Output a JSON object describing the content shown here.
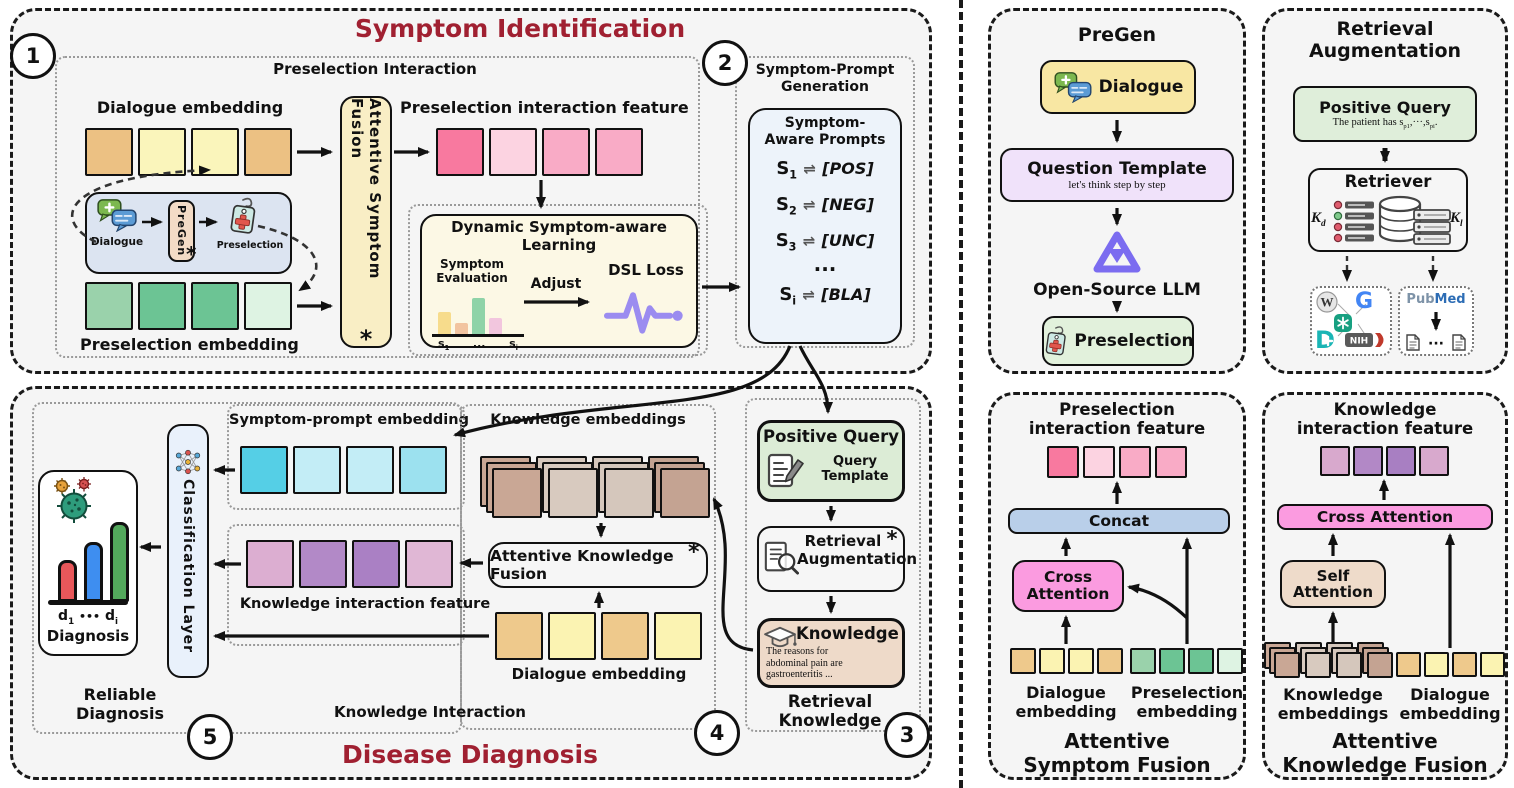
{
  "colors": {
    "section_title": "#a02031",
    "panel_bg": "#f5f5f5",
    "asf_box": "#f9eec5",
    "dsl_box": "#fcf8e5",
    "dialogue_flow_box": "#dce4f1",
    "pregen_small_box": "#f3dbc6",
    "prompts_box": "#edf3fa",
    "classification_box": "#e9f1fb",
    "diagnosis_box": "#ffffff",
    "positive_query_box": "#dcecd6",
    "retrieval_aug_box": "#f6f6f6",
    "knowledge_box": "#eedac9",
    "concat_bar": "#b9cfe9",
    "cross_attention": "#fb9be0",
    "self_attention": "#eedbca",
    "question_template_box": "#f0e2fa",
    "pregen_dialogue_box": "#f8e7a3",
    "pregen_preselection_box": "#e2f1dc",
    "ra_positive_query_box": "#dfeeda",
    "retriever_box": "#f6f6f6"
  },
  "embeddings": {
    "dialogue_top": [
      "#ecc183",
      "#faf5bb",
      "#faf5bb",
      "#ecc183"
    ],
    "preselection_feature": [
      "#f8799f",
      "#fcd3e1",
      "#f9abc6",
      "#f9abc6"
    ],
    "preselection": [
      "#9ad2ab",
      "#6cc494",
      "#6cc494",
      "#def3e3"
    ],
    "symptom_prompt": [
      "#55cfe6",
      "#c3edf6",
      "#c3edf6",
      "#9ce1ef"
    ],
    "knowledge_feature": [
      "#dcaed1",
      "#b289c7",
      "#aa80c4",
      "#e0b7d5"
    ],
    "knowledge_stack": [
      "#c9a795",
      "#d8cabf",
      "#d5c7bc",
      "#c4a392"
    ],
    "dialogue_bottom": [
      "#eec98c",
      "#fbf3b2",
      "#eec98c",
      "#fbf3b2"
    ],
    "asf_feature": [
      "#f8799f",
      "#fcd3e1",
      "#f9abc6",
      "#f9abc6"
    ],
    "asf_dialogue": [
      "#eec98c",
      "#fbf3b2",
      "#fbf3b2",
      "#eec98c"
    ],
    "asf_preselection": [
      "#9ad2ab",
      "#6cc494",
      "#6cc494",
      "#def3e3"
    ],
    "akf_feature": [
      "#d8a9cd",
      "#b288c6",
      "#a87fc2",
      "#d8a9cd"
    ],
    "akf_stack": [
      "#c9a795",
      "#d8cabf",
      "#d5c7bc",
      "#c4a392"
    ],
    "akf_dialogue": [
      "#eec98c",
      "#fbf3b2",
      "#eec98c",
      "#fbf3b2"
    ],
    "symptom_eval_bars": [
      "#f7dc8c",
      "#f2c4a0",
      "#8fd3a8",
      "#f2c6de"
    ],
    "diagnosis_bars": [
      "#e8575a",
      "#3e8ef0",
      "#53a85c"
    ]
  },
  "misc": {
    "asterisk": "*",
    "harpoon": "⇌"
  },
  "symptom_identification": {
    "title": "Symptom Identification",
    "step_1": "1",
    "step_2": "2",
    "preselection_interaction_label": "Preselection Interaction",
    "dialogue_embedding_label": "Dialogue embedding",
    "attentive_symptom_fusion": "Attentive Symptom Fusion",
    "preselection_feature_label": "Preselection interaction feature",
    "preselection_embedding_label": "Preselection embedding",
    "flow": {
      "dialogue": "Dialogue",
      "pregen": "PreGen",
      "preselection": "Preselection"
    },
    "dsl": {
      "title_l1": "Dynamic Symptom-aware",
      "title_l2": "Learning",
      "eval_l1": "Symptom",
      "eval_l2": "Evaluation",
      "adjust": "Adjust",
      "loss": "DSL Loss",
      "s_first": {
        "base": "s",
        "sub": "1"
      },
      "s_dots": "...",
      "s_last": {
        "base": "s",
        "sub": "i"
      }
    },
    "spg": {
      "label_l1": "Symptom-Prompt",
      "label_l2": "Generation",
      "box_l1": "Symptom-",
      "box_l2": "Aware Prompts",
      "rows": [
        {
          "base": "S",
          "sub": "1",
          "token": "[POS]"
        },
        {
          "base": "S",
          "sub": "2",
          "token": "[NEG]"
        },
        {
          "base": "S",
          "sub": "3",
          "token": "[UNC]"
        }
      ],
      "dots": "···",
      "last": {
        "base": "S",
        "sub": "i",
        "token": "[BLA]"
      }
    }
  },
  "disease_diagnosis": {
    "title": "Disease Diagnosis",
    "step_3": "3",
    "step_4": "4",
    "step_5": "5",
    "reliable_l1": "Reliable",
    "reliable_l2": "Diagnosis",
    "classification_layer": "Classification Layer",
    "diagnosis_label": "Diagnosis",
    "d_first": {
      "base": "d",
      "sub": "1"
    },
    "d_dots": "•••",
    "d_last": {
      "base": "d",
      "sub": "i"
    },
    "symptom_prompt_embedding_label": "Symptom-prompt embedding",
    "knowledge_embeddings_label": "Knowledge embeddings",
    "knowledge_feature_label": "Knowledge interaction feature",
    "attentive_knowledge_fusion": "Attentive Knowledge Fusion",
    "dialogue_embedding_label": "Dialogue embedding",
    "knowledge_interaction_label": "Knowledge Interaction",
    "rk": {
      "positive_query": "Positive Query",
      "query_template_l1": "Query",
      "query_template_l2": "Template",
      "retrieval_l1": "Retrieval",
      "retrieval_l2": "Augmentation",
      "knowledge": "Knowledge",
      "knowledge_text_l1": "The reasons for",
      "knowledge_text_l2": "abdominal pain are",
      "knowledge_text_l3": "gastroenteritis  ...",
      "label_l1": "Retrieval",
      "label_l2": "Knowledge"
    }
  },
  "pregen_panel": {
    "title": "PreGen",
    "dialogue": "Dialogue",
    "question_template": "Question Template",
    "question_template_sub": "let's think step by step",
    "open_source_llm": "Open-Source LLM",
    "preselection": "Preselection"
  },
  "retrieval_panel": {
    "title_l1": "Retrieval",
    "title_l2": "Augmentation",
    "positive_query": "Positive Query",
    "pq_sub": {
      "t1": "The patient has s",
      "sub1": "p1",
      "t2": ",···,s",
      "sub2": "pi",
      "t3": "."
    },
    "retriever": "Retriever",
    "kd": {
      "base": "K",
      "sub": "d"
    },
    "kl": {
      "base": "K",
      "sub": "l"
    },
    "pubmed": {
      "pub": "Pub",
      "med": "Med"
    },
    "nih": "NIH",
    "docs_dots": "···",
    "google_g": "G",
    "wiki_w": "W"
  },
  "asf_panel": {
    "feature_l1": "Preselection",
    "feature_l2": "interaction feature",
    "concat": "Concat",
    "cross_l1": "Cross",
    "cross_l2": "Attention",
    "dialogue_l1": "Dialogue",
    "dialogue_l2": "embedding",
    "preselection_l1": "Preselection",
    "preselection_l2": "embedding",
    "title_l1": "Attentive",
    "title_l2": "Symptom Fusion"
  },
  "akf_panel": {
    "feature_l1": "Knowledge",
    "feature_l2": "interaction feature",
    "cross_attention": "Cross Attention",
    "self_l1": "Self",
    "self_l2": "Attention",
    "knowledge_l1": "Knowledge",
    "knowledge_l2": "embeddings",
    "dialogue_l1": "Dialogue",
    "dialogue_l2": "embedding",
    "title_l1": "Attentive",
    "title_l2": "Knowledge Fusion"
  }
}
